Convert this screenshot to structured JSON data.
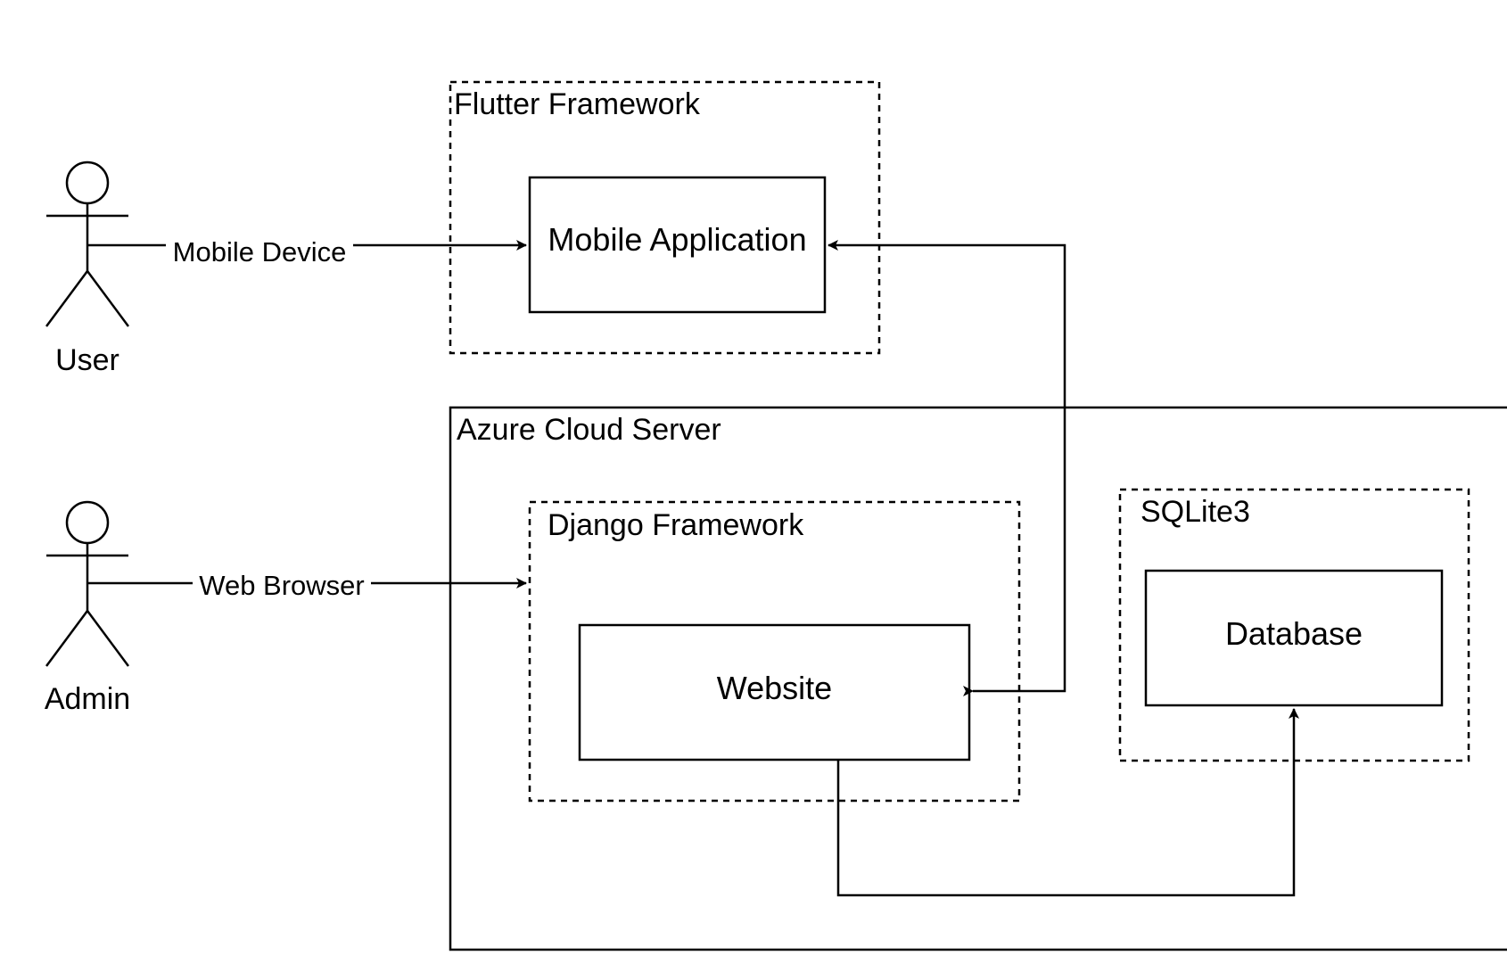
{
  "actors": {
    "user": {
      "label": "User"
    },
    "admin": {
      "label": "Admin"
    }
  },
  "groups": {
    "flutter": {
      "label": "Flutter Framework"
    },
    "azure": {
      "label": "Azure Cloud Server"
    },
    "django": {
      "label": "Django Framework"
    },
    "sqlite": {
      "label": "SQLite3"
    }
  },
  "nodes": {
    "mobile_app": {
      "label": "Mobile Application"
    },
    "website": {
      "label": "Website"
    },
    "database": {
      "label": "Database"
    }
  },
  "edges": {
    "user_to_mobile": {
      "label": "Mobile Device"
    },
    "admin_to_django": {
      "label": "Web Browser"
    }
  }
}
